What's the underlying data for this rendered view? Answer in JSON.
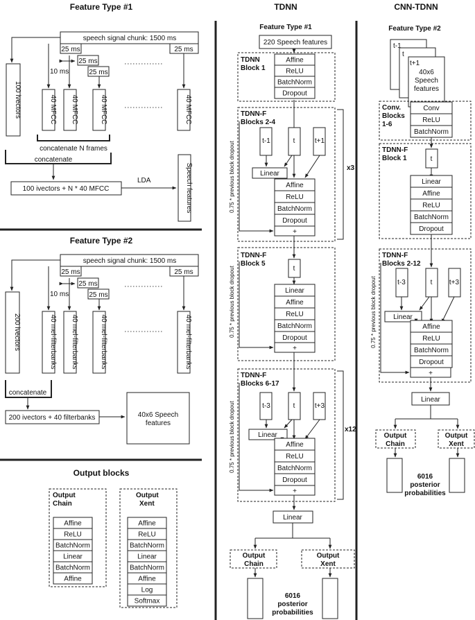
{
  "headers": {
    "feature_type_1": "Feature Type #1",
    "feature_type_2": "Feature Type #2",
    "tdnn": "TDNN",
    "cnn_tdnn": "CNN-TDNN",
    "output_blocks": "Output blocks"
  },
  "ft1": {
    "chunk": "speech signal chunk: 1500 ms",
    "ms25": "25 ms",
    "ms10": "10 ms",
    "ivectors": "100 ivectors",
    "mfcc": "40 MFCC",
    "concat_n": "concatenate N frames",
    "concatenate": "concatenate",
    "combined": "100 ivectors + N * 40 MFCC",
    "lda": "LDA",
    "speech_features": "Speech features"
  },
  "ft2": {
    "chunk": "speech signal chunk: 1500 ms",
    "ms25": "25 ms",
    "ms10": "10 ms",
    "ivectors": "200 ivectors",
    "melfb": "40 mel-filterbanks",
    "concatenate": "concatenate",
    "combined": "200 ivectors + 40 filterbanks",
    "speech_features_l1": "40x6 Speech",
    "speech_features_l2": "features"
  },
  "outblocks": {
    "chain_l1": "Output",
    "chain_l2": "Chain",
    "chain_layers": [
      "Affine",
      "ReLU",
      "BatchNorm",
      "Linear",
      "BatchNorm",
      "Affine"
    ],
    "xent_l1": "Output",
    "xent_l2": "Xent",
    "xent_layers": [
      "Affine",
      "ReLU",
      "BatchNorm",
      "Linear",
      "BatchNorm",
      "Affine",
      "Log",
      "Softmax"
    ]
  },
  "tdnn": {
    "feature_header": "Feature Type #1",
    "input": "220 Speech features",
    "block1_l1": "TDNN",
    "block1_l2": "Block 1",
    "block1_layers": [
      "Affine",
      "ReLU",
      "BatchNorm",
      "Dropout"
    ],
    "b24_l1": "TDNN-F",
    "b24_l2": "Blocks 2-4",
    "b5_l1": "TDNN-F",
    "b5_l2": "Block 5",
    "b617_l1": "TDNN-F",
    "b617_l2": "Blocks 6-17",
    "tdnnf_layers": [
      "Affine",
      "ReLU",
      "BatchNorm",
      "Dropout"
    ],
    "b5_layers": [
      "Linear",
      "Affine",
      "ReLU",
      "BatchNorm",
      "Dropout"
    ],
    "plus": "+",
    "linear": "Linear",
    "t": "t",
    "t_m1": "t-1",
    "t_p1": "t+1",
    "t_m3": "t-3",
    "t_p3": "t+3",
    "x3": "x3",
    "x12": "x12",
    "dropout_label": "0.75 * previous block dropout",
    "final_linear": "Linear",
    "out_chain_l1": "Output",
    "out_chain_l2": "Chain",
    "out_xent_l1": "Output",
    "out_xent_l2": "Xent",
    "posterior_l1": "6016",
    "posterior_l2": "posterior",
    "posterior_l3": "probabilities"
  },
  "cnn": {
    "feature_header": "Feature Type #2",
    "t_m1": "t-1",
    "t": "t",
    "t_p1": "t+1",
    "input_l1": "40x6",
    "input_l2": "Speech",
    "input_l3": "features",
    "conv_l1": "Conv.",
    "conv_l2": "Blocks",
    "conv_l3": "1-6",
    "conv_layers": [
      "Conv",
      "ReLU",
      "BatchNorm"
    ],
    "f1_l1": "TDNN-F",
    "f1_l2": "Block 1",
    "f1_layers": [
      "Linear",
      "Affine",
      "ReLU",
      "BatchNorm",
      "Dropout"
    ],
    "f212_l1": "TDNN-F",
    "f212_l2": "Blocks 2-12",
    "f212_layers": [
      "Affine",
      "ReLU",
      "BatchNorm",
      "Dropout"
    ],
    "t_m3": "t-3",
    "t_p3": "t+3",
    "linear": "Linear",
    "plus": "+",
    "dropout_label": "0.75 * previous block dropout",
    "final_linear": "Linear",
    "out_chain_l1": "Output",
    "out_chain_l2": "Chain",
    "out_xent_l1": "Output",
    "out_xent_l2": "Xent",
    "posterior_l1": "6016",
    "posterior_l2": "posterior",
    "posterior_l3": "probabilities"
  }
}
